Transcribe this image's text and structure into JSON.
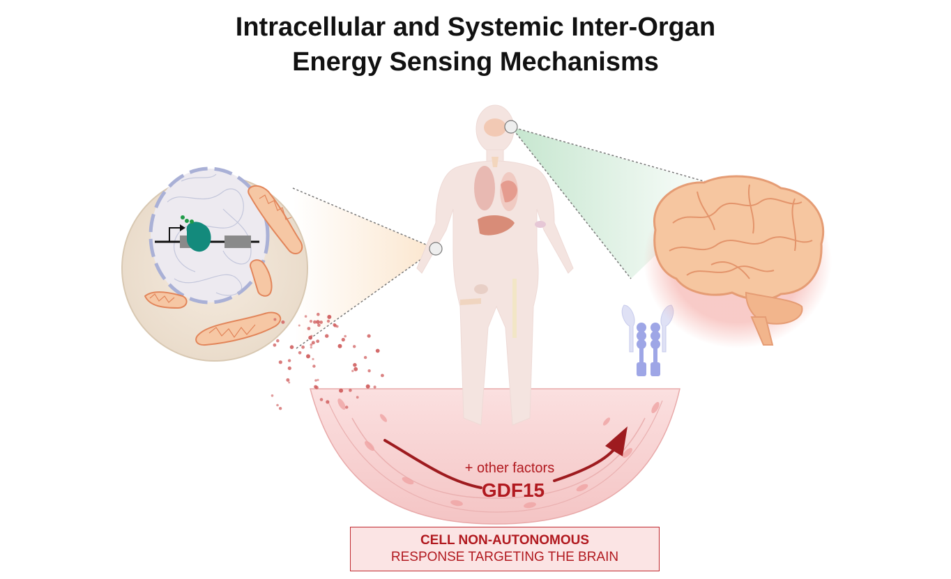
{
  "title": {
    "line1": "Intracellular and Systemic Inter-Organ",
    "line2": "Energy Sensing Mechanisms"
  },
  "labels": {
    "other_factors": "+ other factors",
    "gdf15": "GDF15"
  },
  "response_box": {
    "line1": "CELL NON-AUTONOMOUS",
    "line2": "RESPONSE TARGETING THE BRAIN"
  },
  "icons": [
    "cell-nucleus-icon",
    "mitochondrion-icon",
    "human-body-icon",
    "brain-icon",
    "receptor-icon",
    "blood-vessel-icon",
    "arrow-icon"
  ],
  "colors": {
    "accent_red": "#b1191f",
    "vessel_pink": "#f6cfcf",
    "mitochondria_orange": "#e9966b",
    "brain_peach": "#f6c6a0",
    "receptor_lavender": "#9ea6e6",
    "signal_dots": "#cf5b5b"
  }
}
